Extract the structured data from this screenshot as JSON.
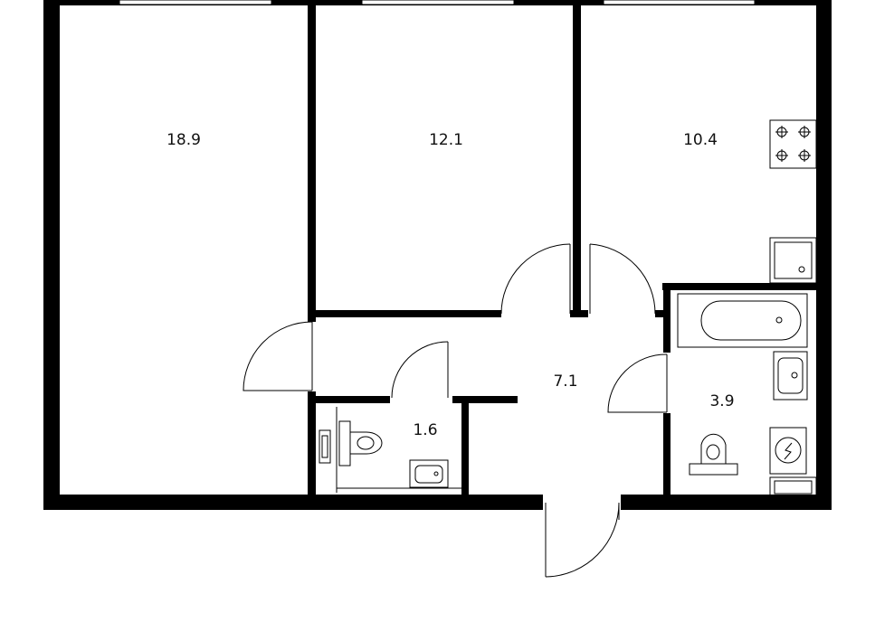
{
  "rooms": {
    "living_room": {
      "area": "18.9"
    },
    "bedroom": {
      "area": "12.1"
    },
    "kitchen": {
      "area": "10.4"
    },
    "hallway": {
      "area": "7.1"
    },
    "bathroom": {
      "area": "3.9"
    },
    "toilet_room": {
      "area": "1.6"
    }
  },
  "colors": {
    "wall": "#000000",
    "background": "#ffffff"
  },
  "icons": [
    "stove-icon",
    "sink-icon",
    "bathtub-icon",
    "washbasin-icon",
    "toilet-icon",
    "washing-machine-icon",
    "water-heater-icon"
  ]
}
